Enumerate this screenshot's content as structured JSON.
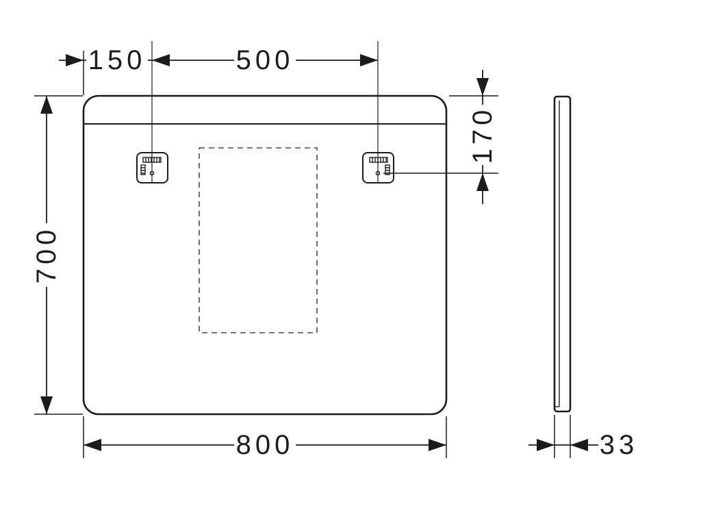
{
  "colors": {
    "line": "#1c1c1c",
    "background": "#ffffff",
    "dashed_outline": "#4a4a4a"
  },
  "dimensions": {
    "bracket_offset": {
      "label": "150"
    },
    "bracket_spacing": {
      "label": "500"
    },
    "bracket_height_from_top": {
      "label": "170"
    },
    "mirror_height": {
      "label": "700"
    },
    "mirror_width": {
      "label": "800"
    },
    "mirror_depth": {
      "label": "33"
    }
  }
}
